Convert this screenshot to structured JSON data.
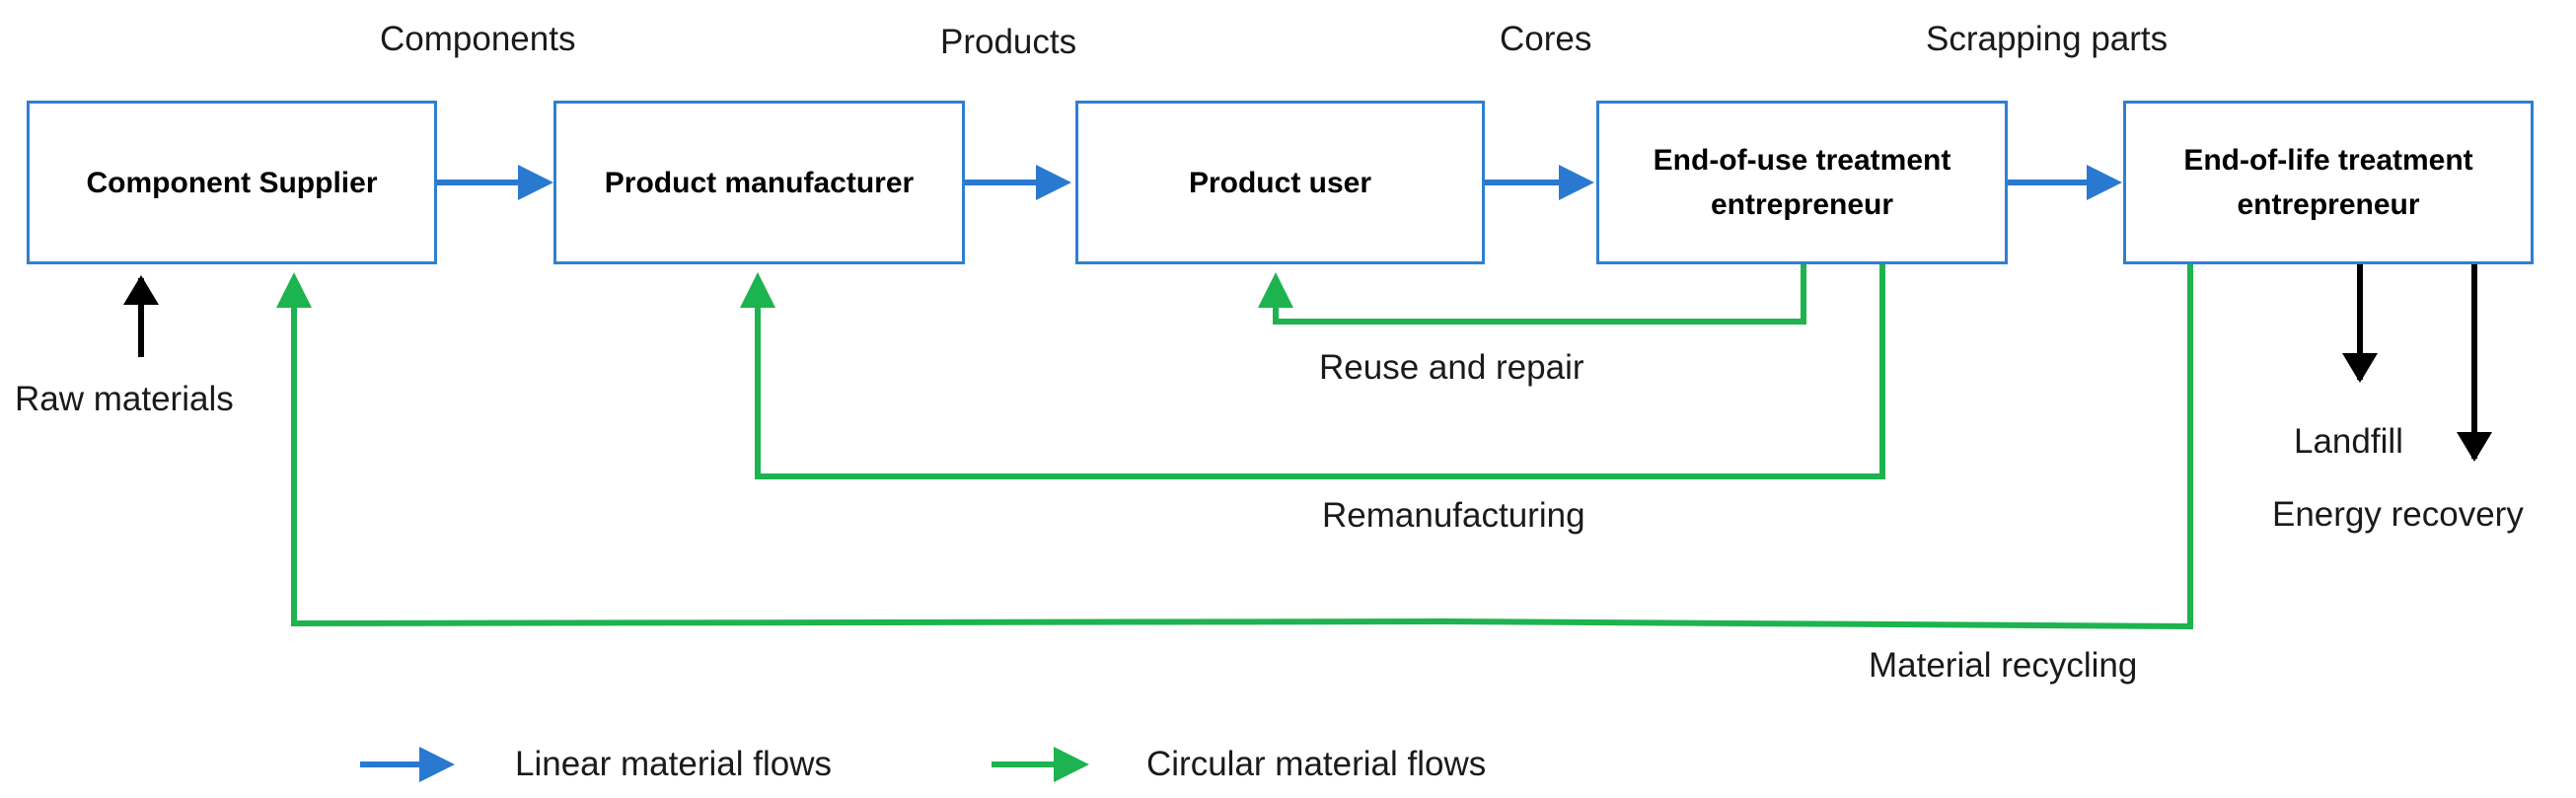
{
  "colors": {
    "linear": "#2a79d0",
    "circular": "#1db34f",
    "black": "#000000",
    "box_border": "#2f7fd0"
  },
  "boxes": {
    "component_supplier": "Component Supplier",
    "product_manufacturer": "Product manufacturer",
    "product_user": "Product user",
    "end_of_use": "End-of-use treatment entrepreneur",
    "end_of_life": "End-of-life treatment entrepreneur"
  },
  "flow_labels": {
    "components": "Components",
    "products": "Products",
    "cores": "Cores",
    "scrapping_parts": "Scrapping parts"
  },
  "inputs": {
    "raw_materials": "Raw materials"
  },
  "loops": {
    "reuse_repair": "Reuse and repair",
    "remanufacturing": "Remanufacturing",
    "material_recycling": "Material recycling"
  },
  "outputs": {
    "landfill": "Landfill",
    "energy_recovery": "Energy recovery"
  },
  "legend": {
    "linear": "Linear material flows",
    "circular": "Circular material flows"
  }
}
